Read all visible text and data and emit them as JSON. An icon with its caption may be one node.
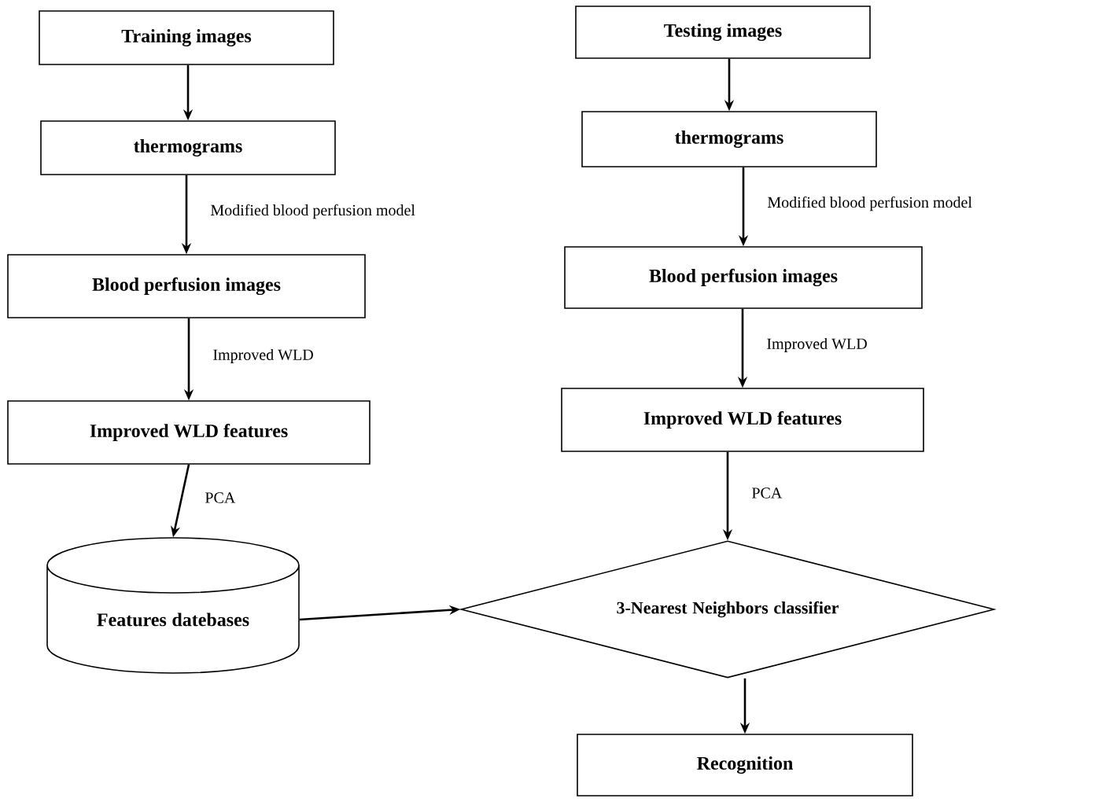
{
  "diagram": {
    "nodes": [
      {
        "text": [
          "Training images"
        ]
      },
      {
        "text": [
          "thermograms"
        ]
      },
      {
        "text": [
          "Blood perfusion images"
        ]
      },
      {
        "text": [
          "Improved WLD features"
        ]
      },
      {
        "text": [
          "Features datebases"
        ]
      },
      {
        "text": [
          "Testing images"
        ]
      },
      {
        "text": [
          "thermograms"
        ]
      },
      {
        "text": [
          "Blood perfusion images"
        ]
      },
      {
        "text": [
          "Improved WLD features"
        ]
      },
      {
        "text": [
          "3-Nearest Neighbors classifier"
        ]
      },
      {
        "text": [
          "Recognition"
        ]
      }
    ],
    "edges": [
      {
        "from": 0,
        "to": 1,
        "arrow": "to"
      },
      {
        "from": 1,
        "to": 2,
        "arrow": "to",
        "label": "Modified blood perfusion model"
      },
      {
        "from": 2,
        "to": 3,
        "arrow": "to",
        "label": "Improved WLD"
      },
      {
        "from": 3,
        "to": 4,
        "arrow": "to",
        "label": "PCA"
      },
      {
        "from": 5,
        "to": 6,
        "arrow": "to"
      },
      {
        "from": 6,
        "to": 7,
        "arrow": "to",
        "label": "Modified blood perfusion model"
      },
      {
        "from": 7,
        "to": 8,
        "arrow": "to",
        "label": "Improved WLD"
      },
      {
        "from": 8,
        "to": 9,
        "arrow": "to",
        "label": "PCA"
      },
      {
        "from": 4,
        "to": 9,
        "arrow": "to"
      },
      {
        "from": 9,
        "to": 10,
        "arrow": "to"
      }
    ]
  }
}
